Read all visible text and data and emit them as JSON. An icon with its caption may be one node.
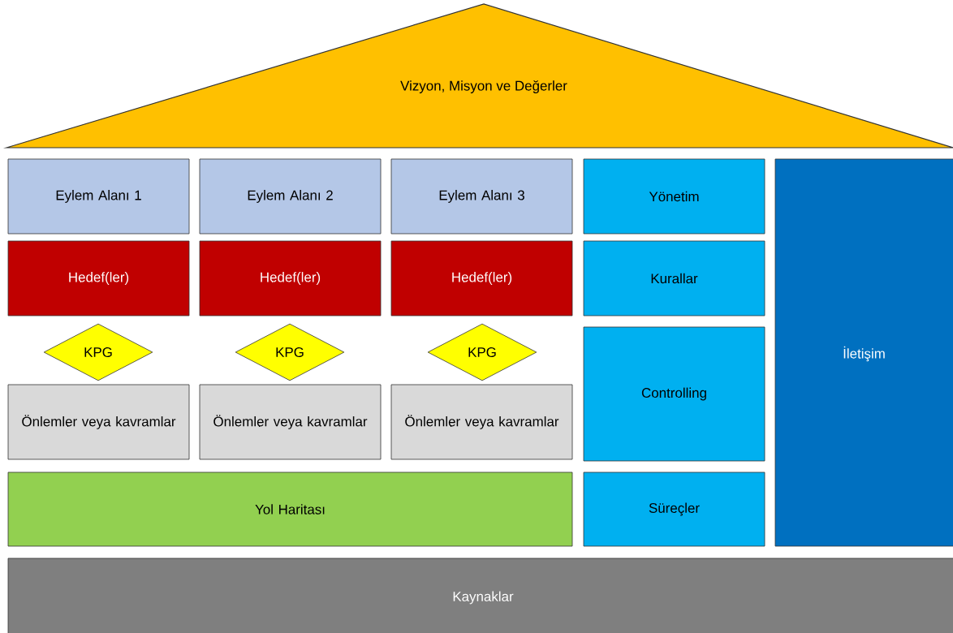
{
  "diagram": {
    "nodes": [
      {
        "text": [
          "Vizyon, Misyon ve Değerler"
        ]
      },
      {
        "text": [
          "Eylem Alanı 1"
        ]
      },
      {
        "text": [
          "Eylem Alanı 2"
        ]
      },
      {
        "text": [
          "Eylem Alanı 3"
        ]
      },
      {
        "text": [
          "Yönetim"
        ]
      },
      {
        "text": [
          "İletişim"
        ]
      },
      {
        "text": [
          "Hedef(ler)"
        ]
      },
      {
        "text": [
          "Hedef(ler)"
        ]
      },
      {
        "text": [
          "Hedef(ler)"
        ]
      },
      {
        "text": [
          "Kurallar"
        ]
      },
      {
        "text": [
          "KPG"
        ]
      },
      {
        "text": [
          "KPG"
        ]
      },
      {
        "text": [
          "KPG"
        ]
      },
      {
        "text": [
          "Controlling"
        ]
      },
      {
        "text": [
          "Önlemler veya kavramlar"
        ]
      },
      {
        "text": [
          "Önlemler veya kavramlar"
        ]
      },
      {
        "text": [
          "Önlemler veya kavramlar"
        ]
      },
      {
        "text": [
          "Yol Haritası"
        ]
      },
      {
        "text": [
          "Süreçler"
        ]
      },
      {
        "text": [
          "Kaynaklar"
        ]
      }
    ]
  }
}
